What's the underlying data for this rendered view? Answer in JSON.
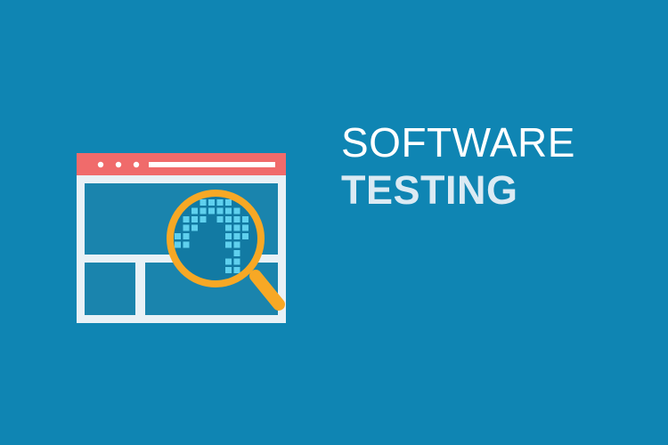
{
  "colors": {
    "background": "#0f85b3",
    "window_frame": "#e8f1f6",
    "title_bar": "#f06b6b",
    "panel": "#1a84ad",
    "lens_ring": "#f7a825",
    "pixels": "#5fd0ee"
  },
  "illustration": {
    "name": "browser-window-magnifier",
    "icons": [
      "browser-window-icon",
      "magnifying-glass-icon",
      "window-dot-icon"
    ]
  },
  "headline": {
    "line1": "SOFTWARE",
    "line2": "TESTING"
  }
}
